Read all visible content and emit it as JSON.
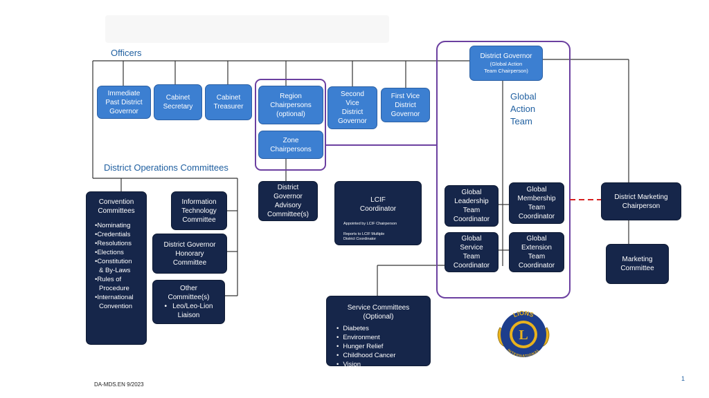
{
  "headings": {
    "officers": "Officers",
    "operations": "District Operations Committees",
    "global_action_team": [
      "Global",
      "Action",
      "Team"
    ]
  },
  "boxes": {
    "governor": [
      "District Governor",
      "(Global Action",
      "Team Chairperson)"
    ],
    "ipdg": [
      "Immediate",
      "Past District",
      "Governor"
    ],
    "secretary": [
      "Cabinet",
      "Secretary"
    ],
    "treasurer": [
      "Cabinet",
      "Treasurer"
    ],
    "region": [
      "Region",
      "Chairpersons",
      "(optional)"
    ],
    "zone": [
      "Zone",
      "Chairpersons"
    ],
    "second_vice": [
      "Second",
      "Vice",
      "District",
      "Governor"
    ],
    "first_vice": [
      "First Vice",
      "District",
      "Governor"
    ],
    "advisory": [
      "District",
      "Governor",
      "Advisory",
      "Committee(s)"
    ],
    "lcif": {
      "title": [
        "LCIF",
        "Coordinator"
      ],
      "note1": "Appointed by LCIF Chairperson",
      "note2": [
        "Reports to LCIF Multiple",
        "District Coordinator"
      ]
    },
    "gl_leadership": [
      "Global",
      "Leadership",
      "Team",
      "Coordinator"
    ],
    "gl_membership": [
      "Global",
      "Membership",
      "Team",
      "Coordinator"
    ],
    "gl_service": [
      "Global",
      "Service",
      "Team",
      "Coordinator"
    ],
    "gl_extension": [
      "Global",
      "Extension",
      "Team",
      "Coordinator"
    ],
    "marketing_chair": [
      "District Marketing",
      "Chairperson"
    ],
    "marketing_committee": [
      "Marketing",
      "Committee"
    ],
    "convention": {
      "title": [
        "Convention",
        "Committees"
      ],
      "items": [
        "•Nominating",
        "•Credentials",
        "•Resolutions",
        "•Elections",
        "•Constitution",
        "  & By-Laws",
        "•Rules of",
        "  Procedure",
        "•International",
        "  Convention"
      ]
    },
    "it": [
      "Information",
      "Technology",
      "Committee"
    ],
    "honorary": [
      "District  Governor",
      "Honorary",
      "Committee"
    ],
    "other": {
      "title": [
        "Other",
        "Committee(s)"
      ],
      "items": [
        "Leo/Leo-Lion",
        "Liaison"
      ]
    },
    "service": {
      "title": [
        "Service  Committees",
        "(Optional)"
      ],
      "items": [
        "Diabetes",
        "Environment",
        "Hunger Relief",
        "Childhood Cancer",
        "Vision"
      ]
    }
  },
  "logo": {
    "top_text": "LIONS",
    "center_letter": "L",
    "bottom_text": "INTERNATIONAL"
  },
  "footer": "DA-MDS.EN 9/2023",
  "page_number": "1",
  "colors": {
    "box_blue": "#3c7fd1",
    "box_navy": "#16264a",
    "heading_blue": "#1f5fa0",
    "purple_frame": "#6b3fa0",
    "dashed_red": "#d61f1f"
  }
}
